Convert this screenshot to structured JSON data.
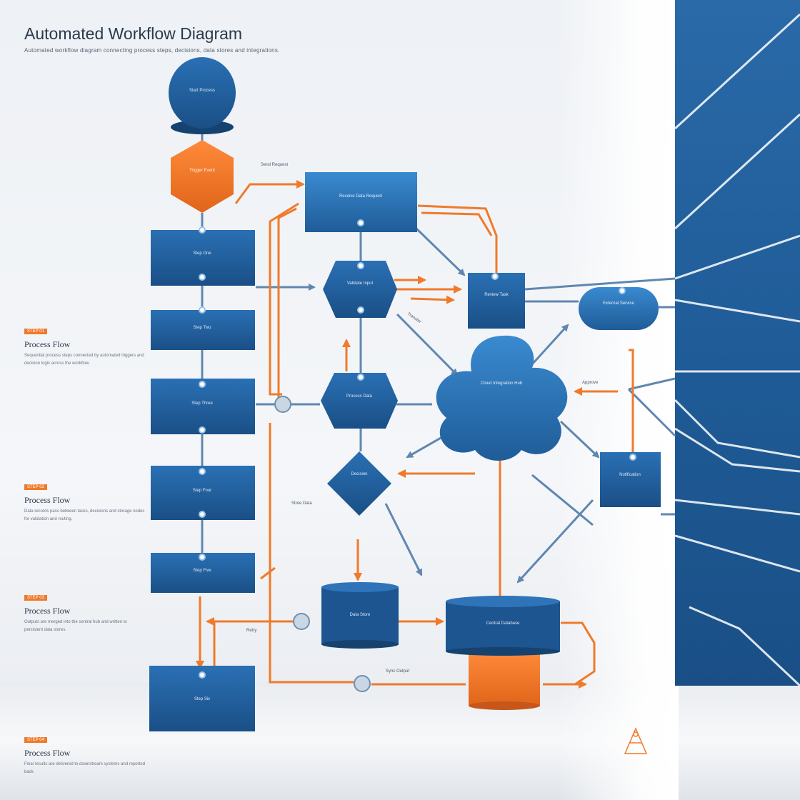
{
  "header": {
    "title": "Automated Workflow Diagram",
    "subtitle": "Automated workflow diagram connecting process steps, decisions, data stores and integrations."
  },
  "sidebar": {
    "sections": [
      {
        "tag": "STEP 01",
        "heading": "Process Flow",
        "text": "Sequential process steps connected by automated triggers and decision logic across the workflow."
      },
      {
        "tag": "STEP 02",
        "heading": "Process Flow",
        "text": "Data records pass between tasks, decisions and storage nodes for validation and routing."
      },
      {
        "tag": "STEP 03",
        "heading": "Process Flow",
        "text": "Outputs are merged into the central hub and written to persistent data stores."
      },
      {
        "tag": "STEP 04",
        "heading": "Process Flow",
        "text": "Final results are delivered to downstream systems and reported back."
      }
    ]
  },
  "diagram": {
    "nodes": {
      "start": {
        "label": "Start Process"
      },
      "trigger": {
        "label": "Trigger Event"
      },
      "step1": {
        "label": "Step One"
      },
      "step2": {
        "label": "Step Two"
      },
      "step3": {
        "label": "Step Three"
      },
      "step4": {
        "label": "Step Four"
      },
      "step5": {
        "label": "Step Five"
      },
      "step6": {
        "label": "Step Six"
      },
      "task_top": {
        "label": "Receive Data Request"
      },
      "hex1": {
        "label": "Validate Input"
      },
      "hex2": {
        "label": "Process Data"
      },
      "decision": {
        "label": "Decision"
      },
      "box_mid": {
        "label": "Review Task"
      },
      "pill_right": {
        "label": "External Service"
      },
      "cloud": {
        "label": "Cloud Integration Hub"
      },
      "box_right": {
        "label": "Notification"
      },
      "cyl_mid": {
        "label": "Data Store"
      },
      "cyl_big": {
        "label": "Central Database"
      }
    },
    "edge_labels": {
      "e1": "Send Request",
      "e2": "Transfer",
      "e3": "Approve",
      "e4": "Store Data",
      "e5": "Sync Output",
      "e6": "Retry"
    },
    "colors": {
      "node_blue": "#1f5c98",
      "node_blue_light": "#2a78c0",
      "accent_orange": "#f07a2a",
      "connector_steel": "#5f87b0"
    }
  }
}
